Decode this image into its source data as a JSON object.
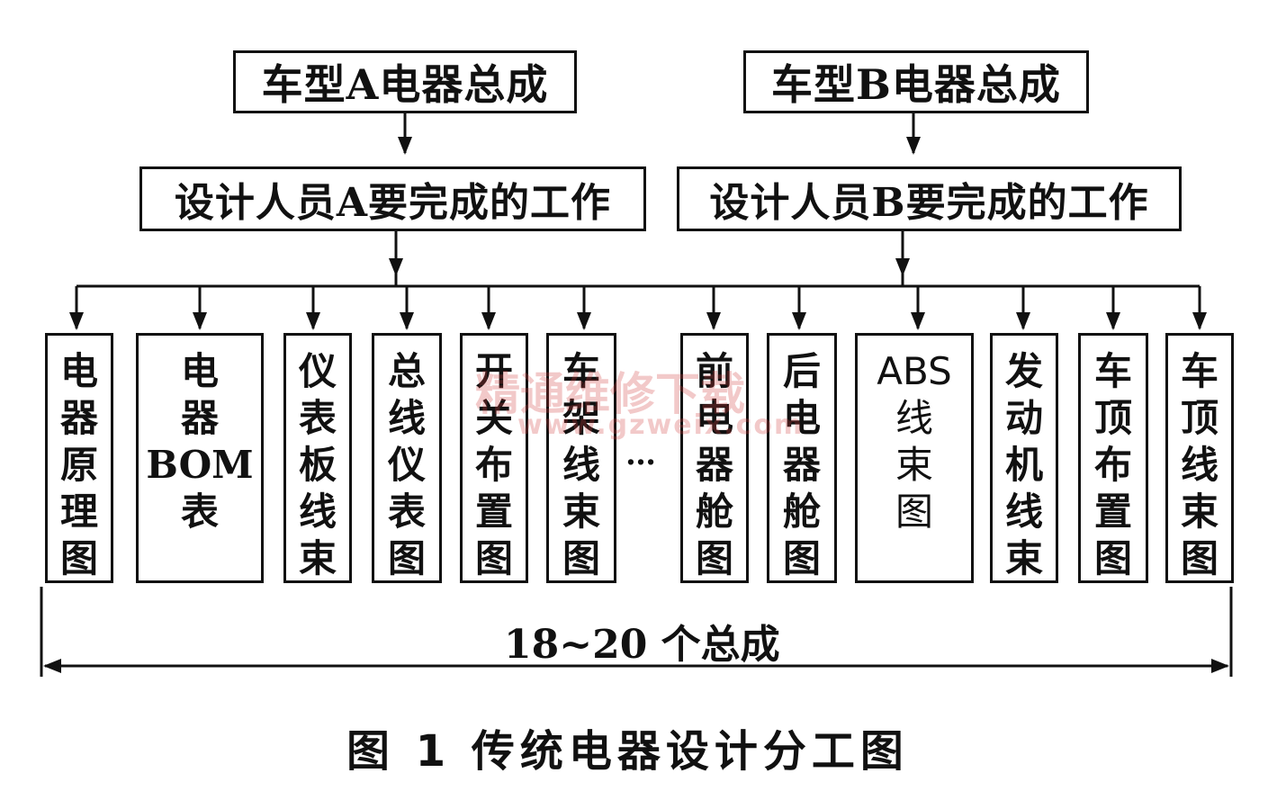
{
  "top": {
    "a_label": "车型A电器总成",
    "b_label": "车型B电器总成"
  },
  "mid": {
    "a_label": "设计人员A要完成的工作",
    "b_label": "设计人员B要完成的工作"
  },
  "leaves": [
    {
      "label": "电\n器\n原\n理\n图"
    },
    {
      "label": "电\n器\nBOM\n表"
    },
    {
      "label": "仪\n表\n板\n线\n束"
    },
    {
      "label": "总\n线\n仪\n表\n图"
    },
    {
      "label": "开\n关\n布\n置\n图"
    },
    {
      "label": "车\n架\n线\n束\n图"
    },
    {
      "label": "前\n电\n器\n舱\n图"
    },
    {
      "label": "后\n电\n器\n舱\n图"
    },
    {
      "label": "ABS\n线\n束\n图"
    },
    {
      "label": "发\n动\n机\n线\n束"
    },
    {
      "label": "车\n顶\n布\n置\n图"
    },
    {
      "label": "车\n顶\n线\n束\n图"
    }
  ],
  "ellipsis": "…",
  "span_label": "18~20 个总成",
  "caption": "图 1   传统电器设计分工图",
  "watermark": {
    "line1": "精通维修下载",
    "line2": "www.gzweix.com"
  },
  "colors": {
    "line": "#111111",
    "watermark": "#d23c3c"
  }
}
